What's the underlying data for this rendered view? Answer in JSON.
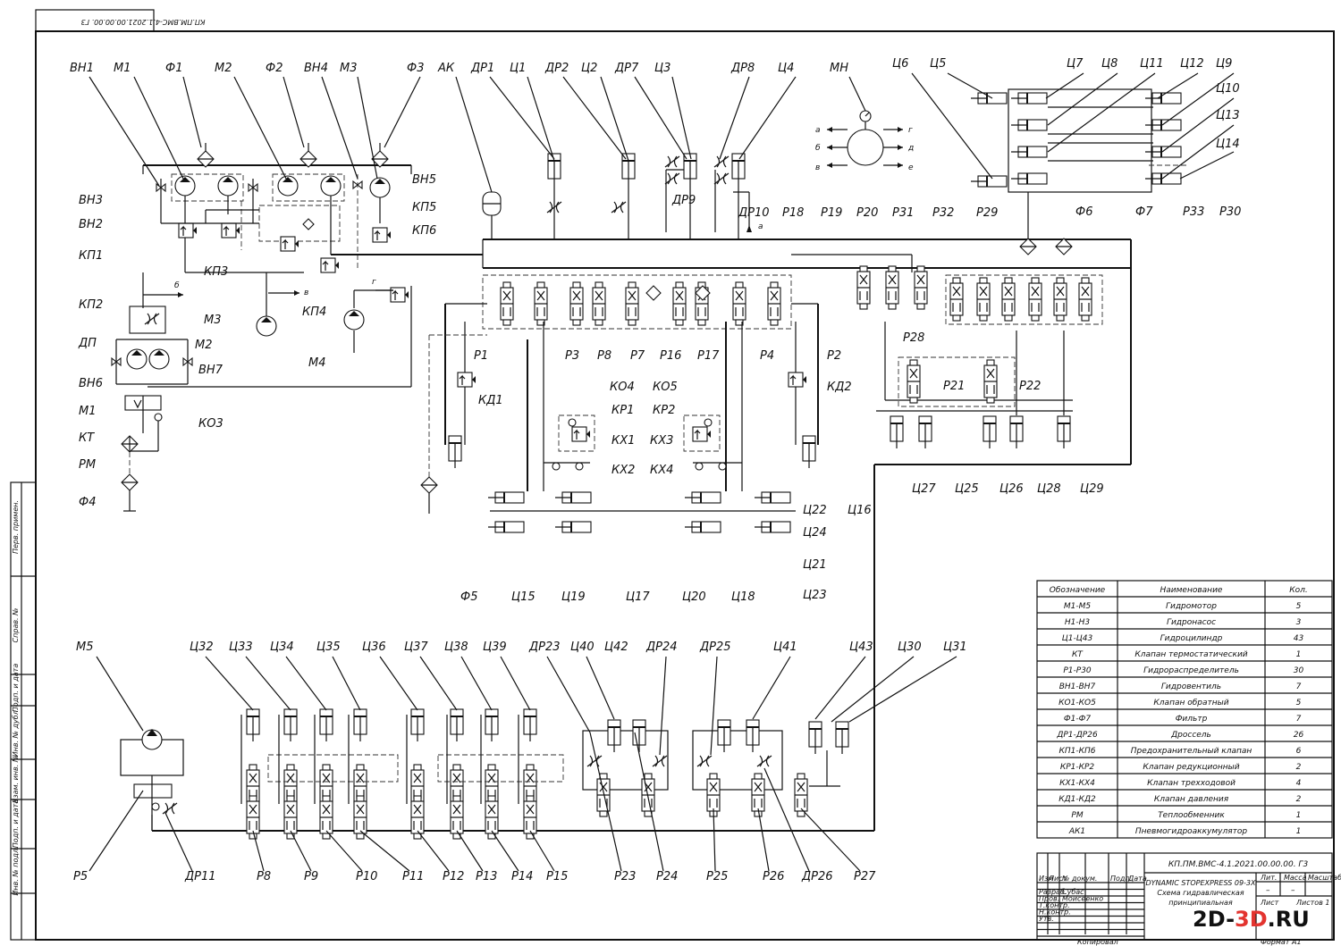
{
  "sheet": {
    "stamp_top": "КП.ПМ.ВМС-4.1.2021.00.00.00. Г3",
    "side_labels": [
      "Перв. примен.",
      "Справ. №",
      "Подп. и дата",
      "Инв. № дубл.",
      "Взам. инв. №",
      "Подп. и дата",
      "Инв. № подл."
    ]
  },
  "labels": {
    "top": [
      "ВН1",
      "М1",
      "Ф1",
      "М2",
      "Ф2",
      "ВН4",
      "М3",
      "Ф3",
      "АК",
      "ДР1",
      "Ц1",
      "ДР2",
      "Ц2",
      "ДР7",
      "Ц3",
      "ДР8",
      "Ц4",
      "МН",
      "Ц6",
      "Ц5",
      "Ц7",
      "Ц8",
      "Ц11",
      "Ц12",
      "Ц9",
      "Ц10",
      "Ц13",
      "Ц14"
    ],
    "left": [
      "ВН3",
      "ВН2",
      "КП1",
      "КП2",
      "ДП",
      "ВН6",
      "М1",
      "КТ",
      "РМ",
      "Ф4",
      "М2",
      "ВН7",
      "КО3",
      "КП3",
      "М3",
      "КП4",
      "М4",
      "ВН5",
      "КП5",
      "КП6"
    ],
    "middle": [
      "Р1",
      "Р3",
      "Р8",
      "Р7",
      "Р16",
      "Р17",
      "Р4",
      "Р2",
      "КД1",
      "КД2",
      "КО4",
      "КО5",
      "КР1",
      "КР2",
      "КХ1",
      "КХ3",
      "КХ2",
      "КХ4",
      "ДР9",
      "ДР10"
    ],
    "right": [
      "Р18",
      "Р19",
      "Р20",
      "Р31",
      "Р32",
      "Р29",
      "Ф6",
      "Ф7",
      "Р33",
      "Р30",
      "Р28",
      "Р21",
      "Р22",
      "Ц27",
      "Ц25",
      "Ц26",
      "Ц28",
      "Ц29"
    ],
    "cyl_mid": [
      "Ц22",
      "Ц24",
      "Ц16",
      "Ц21",
      "Ц23",
      "Ф5",
      "Ц15",
      "Ц19",
      "Ц17",
      "Ц20",
      "Ц18"
    ],
    "bottom_top": [
      "М5",
      "Ц32",
      "Ц33",
      "Ц34",
      "Ц35",
      "Ц36",
      "Ц37",
      "Ц38",
      "Ц39",
      "ДР23",
      "Ц40",
      "Ц42",
      "ДР24",
      "ДР25",
      "Ц41",
      "Ц43",
      "Ц30",
      "Ц31"
    ],
    "bottom_low": [
      "Р5",
      "ДР11",
      "Р8",
      "Р9",
      "Р10",
      "Р11",
      "Р12",
      "Р13",
      "Р14",
      "Р15",
      "Р23",
      "Р24",
      "Р25",
      "Р26",
      "ДР26",
      "Р27"
    ],
    "mn_ports": [
      "а",
      "б",
      "в",
      "г",
      "д",
      "е"
    ],
    "line_marks": [
      "б",
      "в",
      "г",
      "а"
    ]
  },
  "spec_table": {
    "headers": [
      "Обозначение",
      "Наименование",
      "Кол."
    ],
    "rows": [
      [
        "М1-М5",
        "Гидромотор",
        "5"
      ],
      [
        "Н1-Н3",
        "Гидронасос",
        "3"
      ],
      [
        "Ц1-Ц43",
        "Гидроцилиндр",
        "43"
      ],
      [
        "КТ",
        "Клапан термостатический",
        "1"
      ],
      [
        "Р1-Р30",
        "Гидрораспределитель",
        "30"
      ],
      [
        "ВН1-ВН7",
        "Гидровентиль",
        "7"
      ],
      [
        "КО1-КО5",
        "Клапан обратный",
        "5"
      ],
      [
        "Ф1-Ф7",
        "Фильтр",
        "7"
      ],
      [
        "ДР1-ДР26",
        "Дроссель",
        "26"
      ],
      [
        "КП1-КП6",
        "Предохранительный клапан",
        "6"
      ],
      [
        "КР1-КР2",
        "Клапан редукционный",
        "2"
      ],
      [
        "КХ1-КХ4",
        "Клапан трехходовой",
        "4"
      ],
      [
        "КД1-КД2",
        "Клапан давления",
        "2"
      ],
      [
        "РМ",
        "Теплообменник",
        "1"
      ],
      [
        "АК1",
        "Пневмогидроаккумулятор",
        "1"
      ]
    ]
  },
  "title_block": {
    "code": "КП.ПМ.ВМС-4.1.2021.00.00.00. Г3",
    "title_lines": [
      "DYNAMIC STOPEXPRESS 09-3Х",
      "Схема гидравлическая",
      "принципиальная"
    ],
    "col_heads": [
      "Изм",
      "Лист",
      "№ докум.",
      "Подп.",
      "Дата"
    ],
    "roles": [
      "Разраб.",
      "Пров.",
      "Т.контр.",
      "Н.контр.",
      "Утв."
    ],
    "names": [
      "Субас",
      "Моисеенко"
    ],
    "lit_heads": [
      "Лит.",
      "Масса",
      "Масштаб"
    ],
    "sheet_info": [
      "Лист",
      "Листов 1"
    ],
    "footer": [
      "Копировал",
      "Формат А1"
    ]
  },
  "watermark": {
    "text": "2D-3D.RU",
    "color_main": "#111111",
    "color_accent": "#e3342f"
  }
}
